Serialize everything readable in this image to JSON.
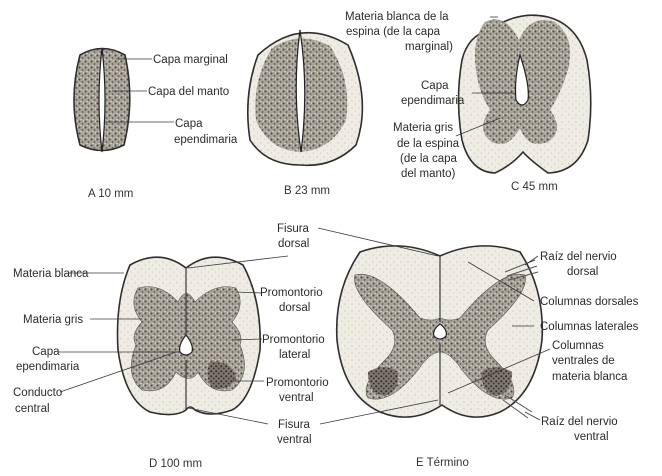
{
  "sections": {
    "A": {
      "caption": "A   10 mm",
      "labels": {
        "marginal": "Capa marginal",
        "mantle": "Capa del manto",
        "ependymal_1": "Capa",
        "ependymal_2": "ependimaria"
      }
    },
    "B": {
      "caption": "B   23 mm"
    },
    "C": {
      "caption": "C   45 mm",
      "labels": {
        "white_1": "Materia blanca de la",
        "white_2": "espina (de la capa",
        "white_3": "marginal)",
        "ependymal_1": "Capa",
        "ependymal_2": "ependimaria",
        "gray_1": "Materia gris",
        "gray_2": "de la espina",
        "gray_3": "(de la capa",
        "gray_4": "del manto)"
      }
    },
    "D": {
      "caption": "D   100 mm",
      "labels": {
        "white": "Materia blanca",
        "gray": "Materia gris",
        "ependymal_1": "Capa",
        "ependymal_2": "ependimaria",
        "canal_1": "Conducto",
        "canal_2": "central",
        "dorsal_fissure_1": "Fisura",
        "dorsal_fissure_2": "dorsal",
        "dorsal_horn_1": "Promontorio",
        "dorsal_horn_2": "dorsal",
        "lateral_horn_1": "Promontorio",
        "lateral_horn_2": "lateral",
        "ventral_horn_1": "Promontorio",
        "ventral_horn_2": "ventral",
        "ventral_fissure_1": "Fisura",
        "ventral_fissure_2": "ventral"
      }
    },
    "E": {
      "caption": "E   Término",
      "labels": {
        "dorsal_root_1": "Raíz del nervio",
        "dorsal_root_2": "dorsal",
        "dorsal_columns": "Columnas dorsales",
        "lateral_columns": "Columnas laterales",
        "ventral_columns_1": "Columnas",
        "ventral_columns_2": "ventrales de",
        "ventral_columns_3": "materia blanca",
        "ventral_root_1": "Raíz del nervio",
        "ventral_root_2": "ventral"
      }
    }
  }
}
